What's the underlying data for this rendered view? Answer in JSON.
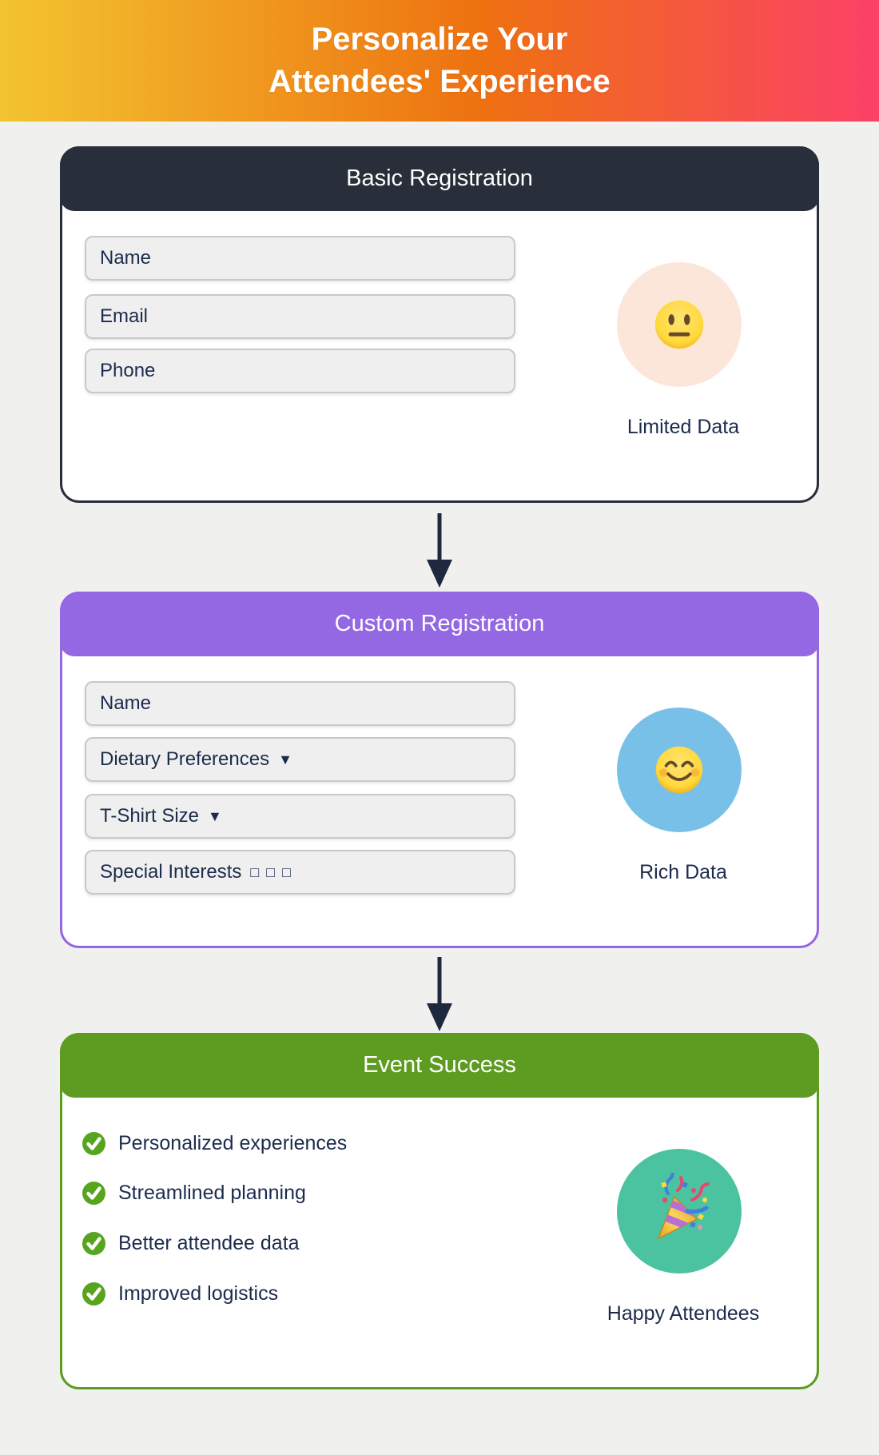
{
  "page": {
    "background_color": "#f0f0ee",
    "header": {
      "title_line1": "Personalize Your",
      "title_line2": "Attendees' Experience",
      "gradient": [
        "#f2c430",
        "#ee7110",
        "#fb4168"
      ]
    }
  },
  "connectors": {
    "arrow_color": "#1e2940"
  },
  "sections": [
    {
      "title": "Basic Registration",
      "accent_color": "#292f3a",
      "fields": [
        {
          "label": "Name"
        },
        {
          "label": "Email"
        },
        {
          "label": "Phone"
        }
      ],
      "badge": {
        "icon": "neutral-face-emoji",
        "circle_color": "#fce6da",
        "label": "Limited Data"
      }
    },
    {
      "title": "Custom Registration",
      "accent_color": "#9467e3",
      "fields": [
        {
          "label": "Name",
          "suffix": ""
        },
        {
          "label": "Dietary Preferences",
          "suffix": "▼"
        },
        {
          "label": "T-Shirt Size",
          "suffix": "▼"
        },
        {
          "label": "Special Interests",
          "suffix": "□ □ □"
        }
      ],
      "badge": {
        "icon": "smiling-face-emoji",
        "circle_color": "#79c0e8",
        "label": "Rich Data"
      }
    },
    {
      "title": "Event Success",
      "accent_color": "#5d9c20",
      "check_color": "#57a41e",
      "checklist": [
        "Personalized experiences",
        "Streamlined planning",
        "Better attendee data",
        "Improved logistics"
      ],
      "badge": {
        "icon": "party-popper-emoji",
        "circle_color": "#4cc3a0",
        "label": "Happy Attendees"
      }
    }
  ]
}
